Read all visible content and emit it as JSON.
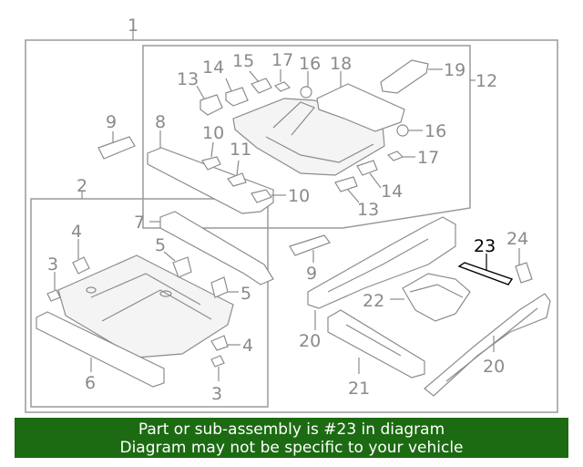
{
  "callouts": {
    "c1": "1",
    "c2": "2",
    "c3a": "3",
    "c3b": "3",
    "c4a": "4",
    "c4b": "4",
    "c5a": "5",
    "c5b": "5",
    "c6": "6",
    "c7": "7",
    "c8": "8",
    "c9a": "9",
    "c9b": "9",
    "c10a": "10",
    "c10b": "10",
    "c11": "11",
    "c12": "12",
    "c13a": "13",
    "c13b": "13",
    "c14a": "14",
    "c14b": "14",
    "c15": "15",
    "c16a": "16",
    "c16b": "16",
    "c17a": "17",
    "c17b": "17",
    "c18": "18",
    "c19": "19",
    "c20a": "20",
    "c20b": "20",
    "c21": "21",
    "c22": "22",
    "c23": "23",
    "c24": "24"
  },
  "highlighted_part": "23",
  "banner": {
    "line1": "Part or sub-assembly is #23 in diagram",
    "line2": "Diagram may not be specific to your vehicle",
    "color": "#1c6b12"
  }
}
